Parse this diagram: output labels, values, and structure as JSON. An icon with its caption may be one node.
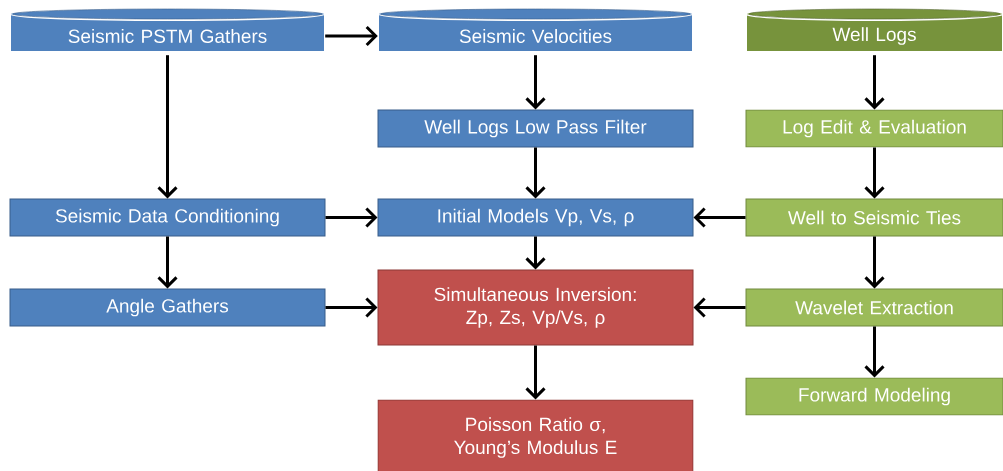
{
  "diagram": {
    "nodes": [
      {
        "text": [
          "Seismic PSTM Gathers"
        ]
      },
      {
        "text": [
          "Seismic Velocities"
        ]
      },
      {
        "text": [
          "Well Logs"
        ]
      },
      {
        "text": [
          "Well Logs Low Pass Filter"
        ]
      },
      {
        "text": [
          "Log Edit & Evaluation"
        ]
      },
      {
        "text": [
          "Seismic Data Conditioning"
        ]
      },
      {
        "text": [
          "Initial Models Vp, Vs, ρ"
        ]
      },
      {
        "text": [
          "Well to Seismic Ties"
        ]
      },
      {
        "text": [
          "Angle Gathers"
        ]
      },
      {
        "text": [
          "Simultaneous Inversion: Zp, Zs, Vp/Vs, ρ"
        ]
      },
      {
        "text": [
          "Wavelet Extraction"
        ]
      },
      {
        "text": [
          "Poisson Ratio σ, Young’s Modulus E"
        ]
      },
      {
        "text": [
          "Forward Modeling"
        ]
      }
    ],
    "edges": [
      {
        "from": 0,
        "to": 1,
        "arrow": "to"
      },
      {
        "from": 0,
        "to": 5,
        "arrow": "to"
      },
      {
        "from": 1,
        "to": 3,
        "arrow": "to"
      },
      {
        "from": 2,
        "to": 4,
        "arrow": "to"
      },
      {
        "from": 3,
        "to": 6,
        "arrow": "to"
      },
      {
        "from": 5,
        "to": 6,
        "arrow": "to"
      },
      {
        "from": 7,
        "to": 6,
        "arrow": "to"
      },
      {
        "from": 5,
        "to": 8,
        "arrow": "to"
      },
      {
        "from": 6,
        "to": 9,
        "arrow": "to"
      },
      {
        "from": 8,
        "to": 9,
        "arrow": "to"
      },
      {
        "from": 10,
        "to": 9,
        "arrow": "to"
      },
      {
        "from": 4,
        "to": 7,
        "arrow": "to"
      },
      {
        "from": 7,
        "to": 10,
        "arrow": "to"
      },
      {
        "from": 9,
        "to": 11,
        "arrow": "to"
      },
      {
        "from": 10,
        "to": 12,
        "arrow": "to"
      }
    ]
  }
}
